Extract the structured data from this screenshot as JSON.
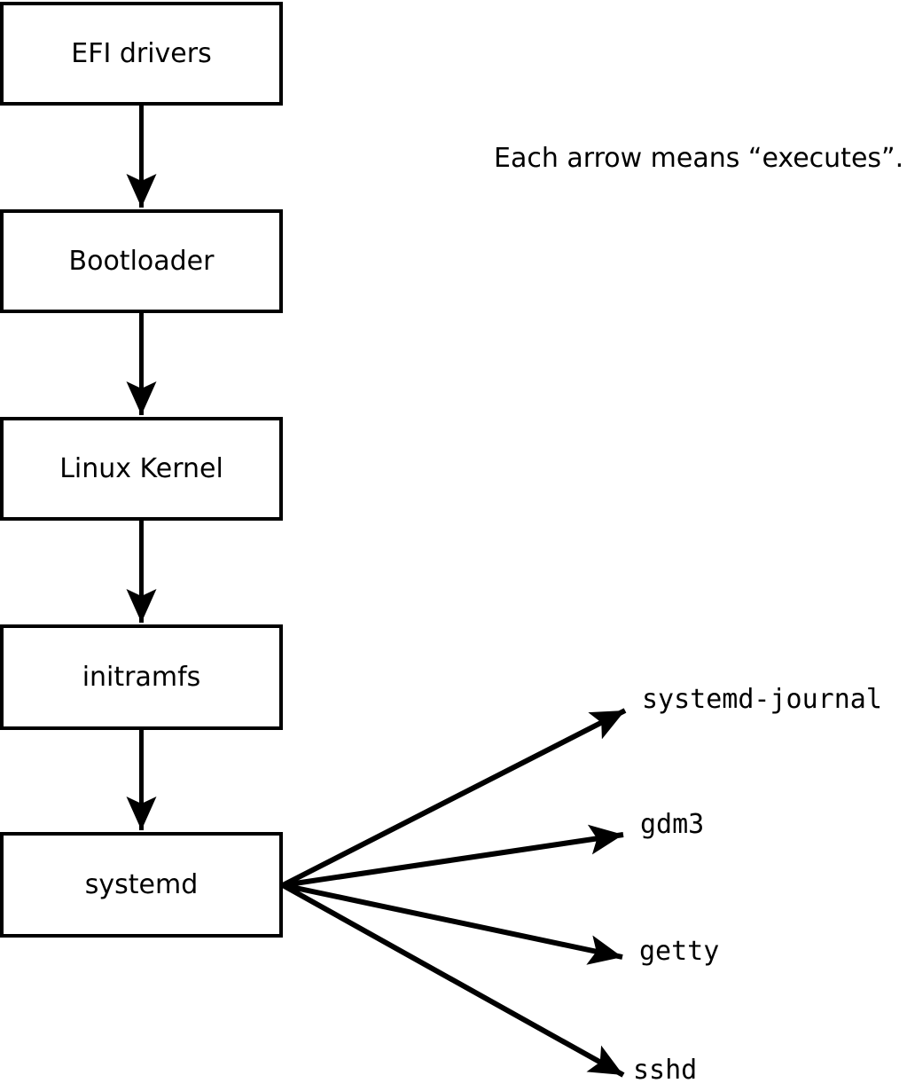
{
  "note": "Each arrow means “executes”.",
  "colors": {
    "background": "#ffffff",
    "line": "#000000",
    "node_fill": "#ffffff",
    "node_border": "#000000"
  },
  "boot_chain": [
    {
      "label": "EFI drivers"
    },
    {
      "label": "Bootloader"
    },
    {
      "label": "Linux Kernel"
    },
    {
      "label": "initramfs"
    },
    {
      "label": "systemd"
    }
  ],
  "spawned_processes": [
    {
      "label": "systemd-journal"
    },
    {
      "label": "gdm3"
    },
    {
      "label": "getty"
    },
    {
      "label": "sshd"
    }
  ],
  "edges": [
    {
      "from": "EFI drivers",
      "to": "Bootloader",
      "meaning": "executes"
    },
    {
      "from": "Bootloader",
      "to": "Linux Kernel",
      "meaning": "executes"
    },
    {
      "from": "Linux Kernel",
      "to": "initramfs",
      "meaning": "executes"
    },
    {
      "from": "initramfs",
      "to": "systemd",
      "meaning": "executes"
    },
    {
      "from": "systemd",
      "to": "systemd-journal",
      "meaning": "executes"
    },
    {
      "from": "systemd",
      "to": "gdm3",
      "meaning": "executes"
    },
    {
      "from": "systemd",
      "to": "getty",
      "meaning": "executes"
    },
    {
      "from": "systemd",
      "to": "sshd",
      "meaning": "executes"
    }
  ]
}
